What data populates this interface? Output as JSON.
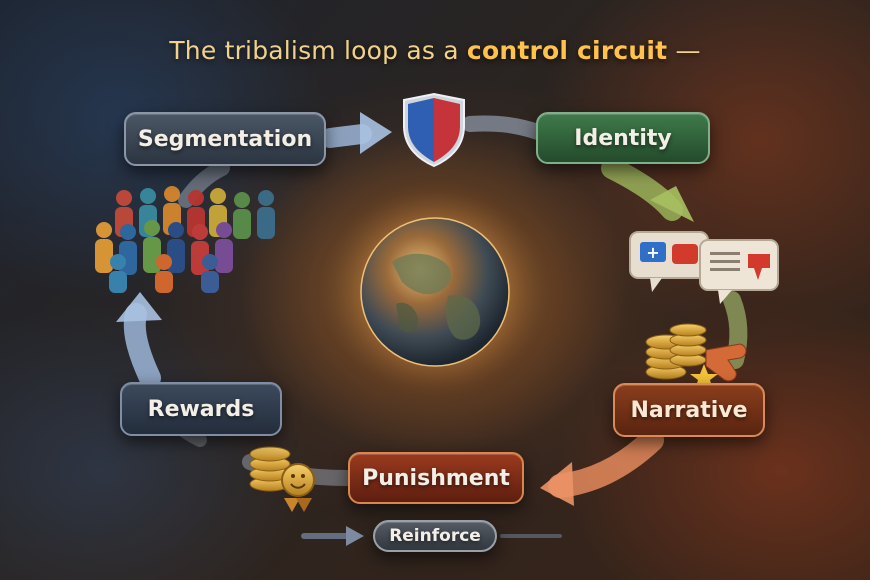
{
  "title": {
    "prefix": "The tribalism loop as a ",
    "emphasis": "control circuit",
    "suffix": " —"
  },
  "nodes": {
    "segmentation": "Segmentation",
    "identity": "Identity",
    "narrative": "Narrative",
    "punishment": "Punishment",
    "rewards": "Rewards",
    "reinforce": "Reinforce"
  },
  "icons": {
    "shield": "shield-icon",
    "crowd": "crowd-icon",
    "speech": "speech-bubbles-icon",
    "coins": "coin-stack-icon",
    "medal": "smiley-medal-icon",
    "globe": "globe-icon"
  },
  "colors": {
    "title": "#f2d28a",
    "title_emphasis": "#ffc24a",
    "segmentation": "#2c3541",
    "identity": "#244b2c",
    "narrative": "#5a2410",
    "punishment": "#5e1e10",
    "rewards": "#232d3b",
    "reinforce": "#33383f"
  }
}
